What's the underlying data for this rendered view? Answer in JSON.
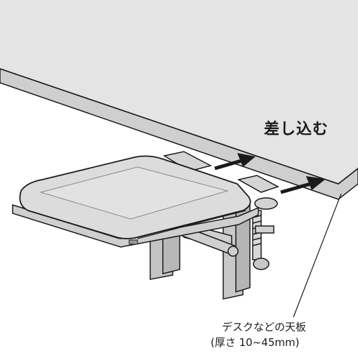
{
  "labels": {
    "insert": "差し込む",
    "desk_line1": "デスクなどの天板",
    "desk_line2": "(厚さ 10~45mm)"
  },
  "colors": {
    "desk_top": "#e4e4e4",
    "desk_edge": "#cfcfcf",
    "tray": "#d9d9d9",
    "tray_top": "#cccccc",
    "metal": "#bdbdbd",
    "outline": "#1a1a1a"
  }
}
